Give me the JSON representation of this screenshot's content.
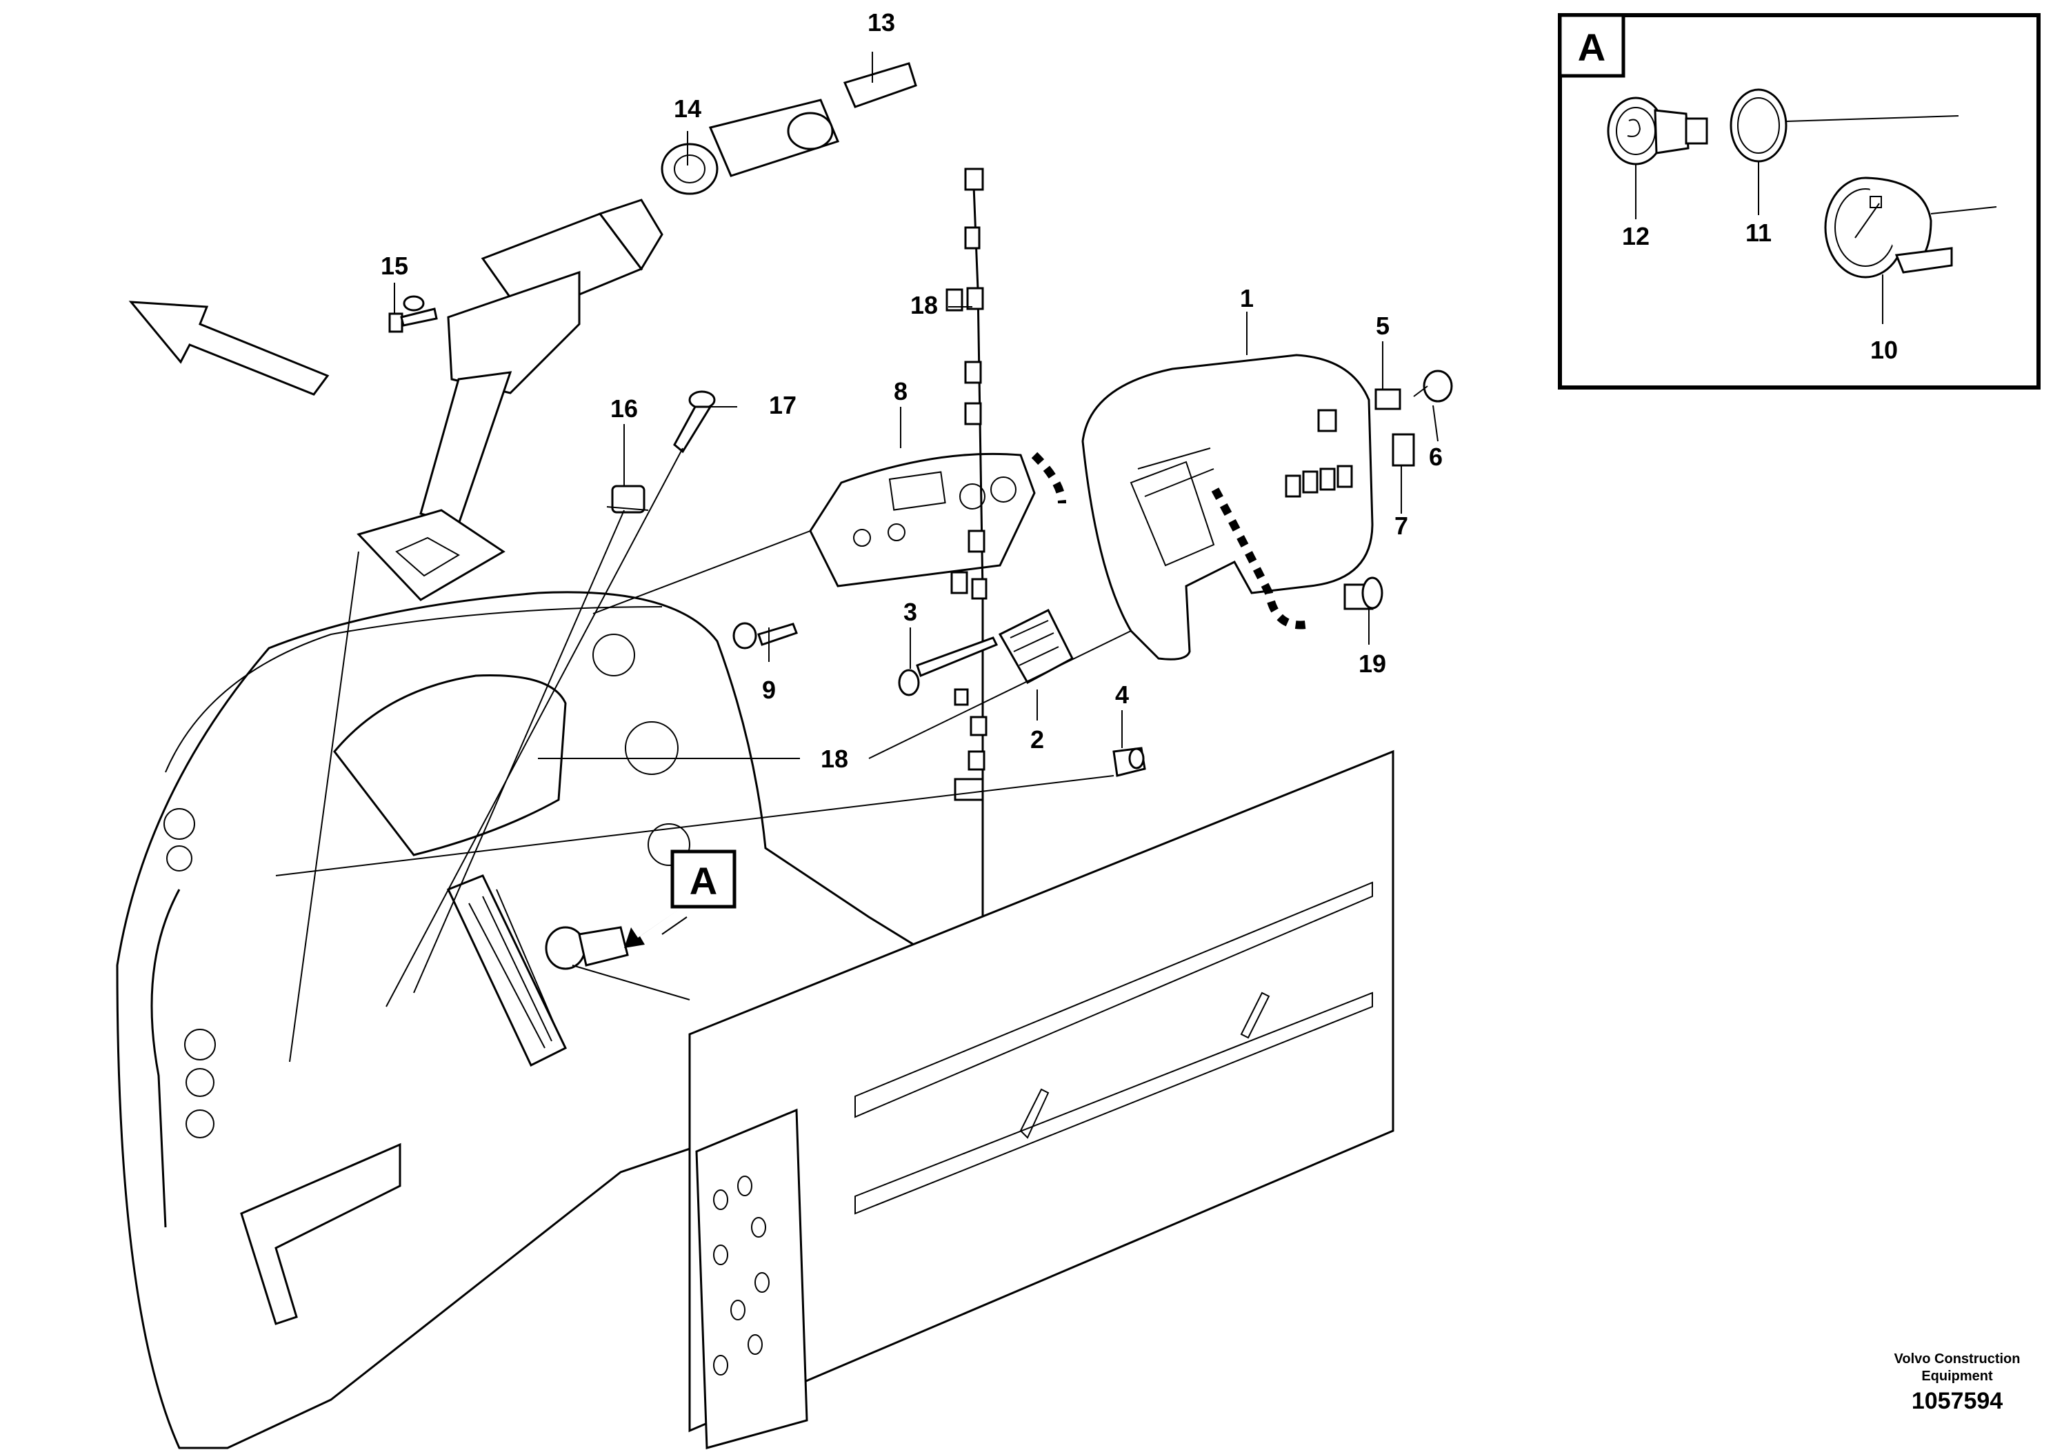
{
  "callouts": {
    "c1": "1",
    "c2": "2",
    "c3": "3",
    "c4": "4",
    "c5": "5",
    "c6": "6",
    "c7": "7",
    "c8": "8",
    "c9": "9",
    "c10": "10",
    "c11": "11",
    "c12": "12",
    "c13": "13",
    "c14": "14",
    "c15": "15",
    "c16": "16",
    "c17": "17",
    "c18a": "18",
    "c18b": "18",
    "c19": "19"
  },
  "detail_view": {
    "letter": "A"
  },
  "view_marker": {
    "letter": "A"
  },
  "footer": {
    "company_line1": "Volvo Construction",
    "company_line2": "Equipment",
    "drawing_number": "1057594"
  }
}
